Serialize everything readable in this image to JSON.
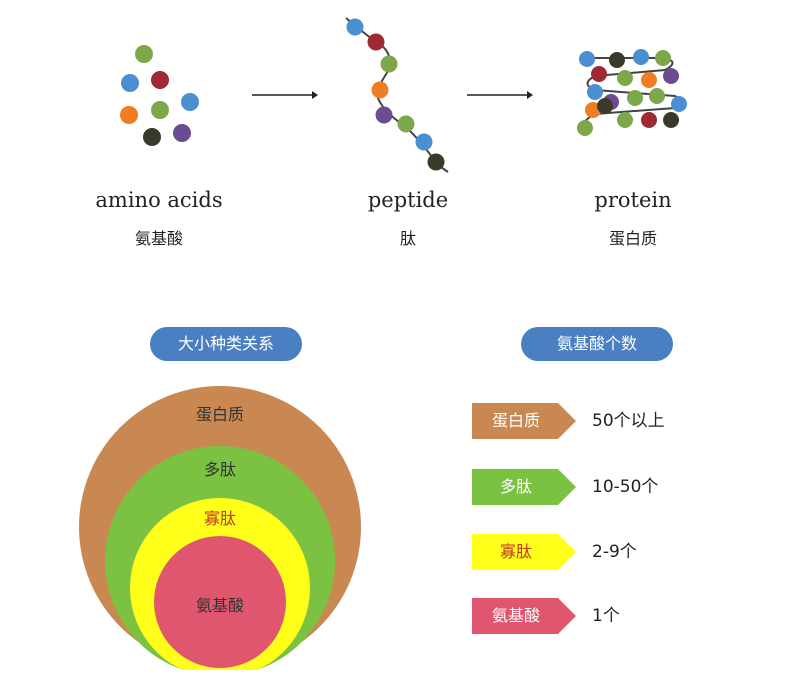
{
  "stages": [
    {
      "en": "amino acids",
      "zh": "氨基酸"
    },
    {
      "en": "peptide",
      "zh": "肽"
    },
    {
      "en": "protein",
      "zh": "蛋白质"
    }
  ],
  "pills": {
    "left": "大小种类关系",
    "right": "氨基酸个数"
  },
  "circles": [
    {
      "label": "蛋白质",
      "color": "#c98851"
    },
    {
      "label": "多肽",
      "color": "#7bc142"
    },
    {
      "label": "寡肽",
      "color": "#ffff1a"
    },
    {
      "label": "氨基酸",
      "color": "#e0566e"
    }
  ],
  "tags": [
    {
      "label": "蛋白质",
      "count": "50个以上",
      "color": "#c98851"
    },
    {
      "label": "多肽",
      "count": "10-50个",
      "color": "#7bc142"
    },
    {
      "label": "寡肽",
      "count": "2-9个",
      "color": "#ffff1a"
    },
    {
      "label": "氨基酸",
      "count": "1个",
      "color": "#e0566e"
    }
  ],
  "colors": {
    "pill": "#4a7fc1",
    "bead_green": "#7ca84a",
    "bead_blue": "#4a8fd0",
    "bead_red": "#9e2a33",
    "bead_orange": "#ee7d24",
    "bead_purple": "#6a4c92",
    "bead_dark": "#3a3a2a"
  }
}
